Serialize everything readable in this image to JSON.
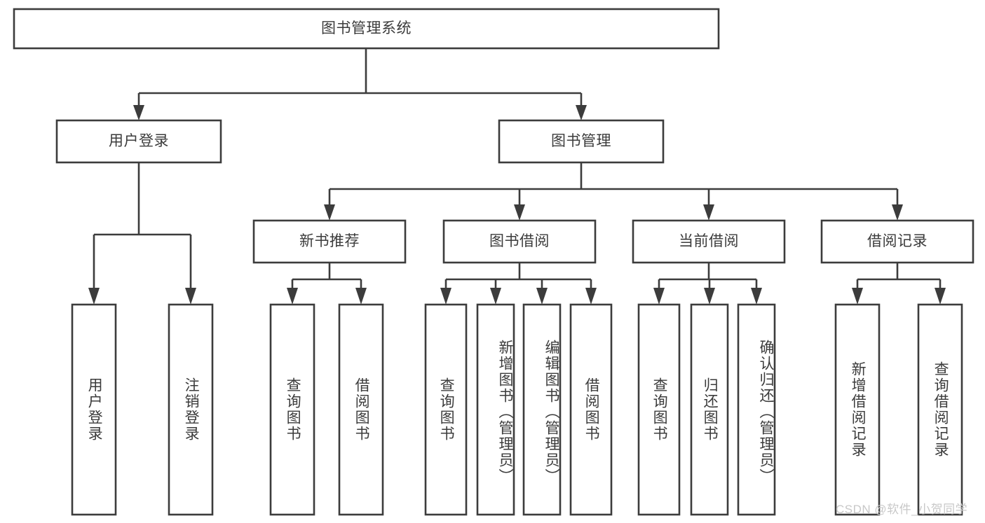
{
  "diagram": {
    "type": "tree-hierarchy",
    "title": "图书管理系统",
    "colors": {
      "stroke": "#3c3c3c",
      "fill": "#ffffff",
      "text": "#3b3b3b",
      "watermark": "#c8c8c8"
    },
    "root": {
      "label": "图书管理系统"
    },
    "level2": [
      {
        "label": "用户登录"
      },
      {
        "label": "图书管理"
      }
    ],
    "level3": [
      {
        "label": "新书推荐"
      },
      {
        "label": "图书借阅"
      },
      {
        "label": "当前借阅"
      },
      {
        "label": "借阅记录"
      }
    ],
    "leaves_user_login": [
      {
        "label": "用户登录"
      },
      {
        "label": "注销登录"
      }
    ],
    "leaves_new_books": [
      {
        "label": "查询图书"
      },
      {
        "label": "借阅图书"
      }
    ],
    "leaves_book_borrow": [
      {
        "label": "查询图书"
      },
      {
        "label": "新增图书（管理员）"
      },
      {
        "label": "编辑图书（管理员）"
      },
      {
        "label": "借阅图书"
      }
    ],
    "leaves_current_borrow": [
      {
        "label": "查询图书"
      },
      {
        "label": "归还图书"
      },
      {
        "label": "确认归还（管理员）"
      }
    ],
    "leaves_borrow_record": [
      {
        "label": "新增借阅记录"
      },
      {
        "label": "查询借阅记录"
      }
    ]
  },
  "watermark": {
    "text": "CSDN @软件_小贺同学"
  }
}
